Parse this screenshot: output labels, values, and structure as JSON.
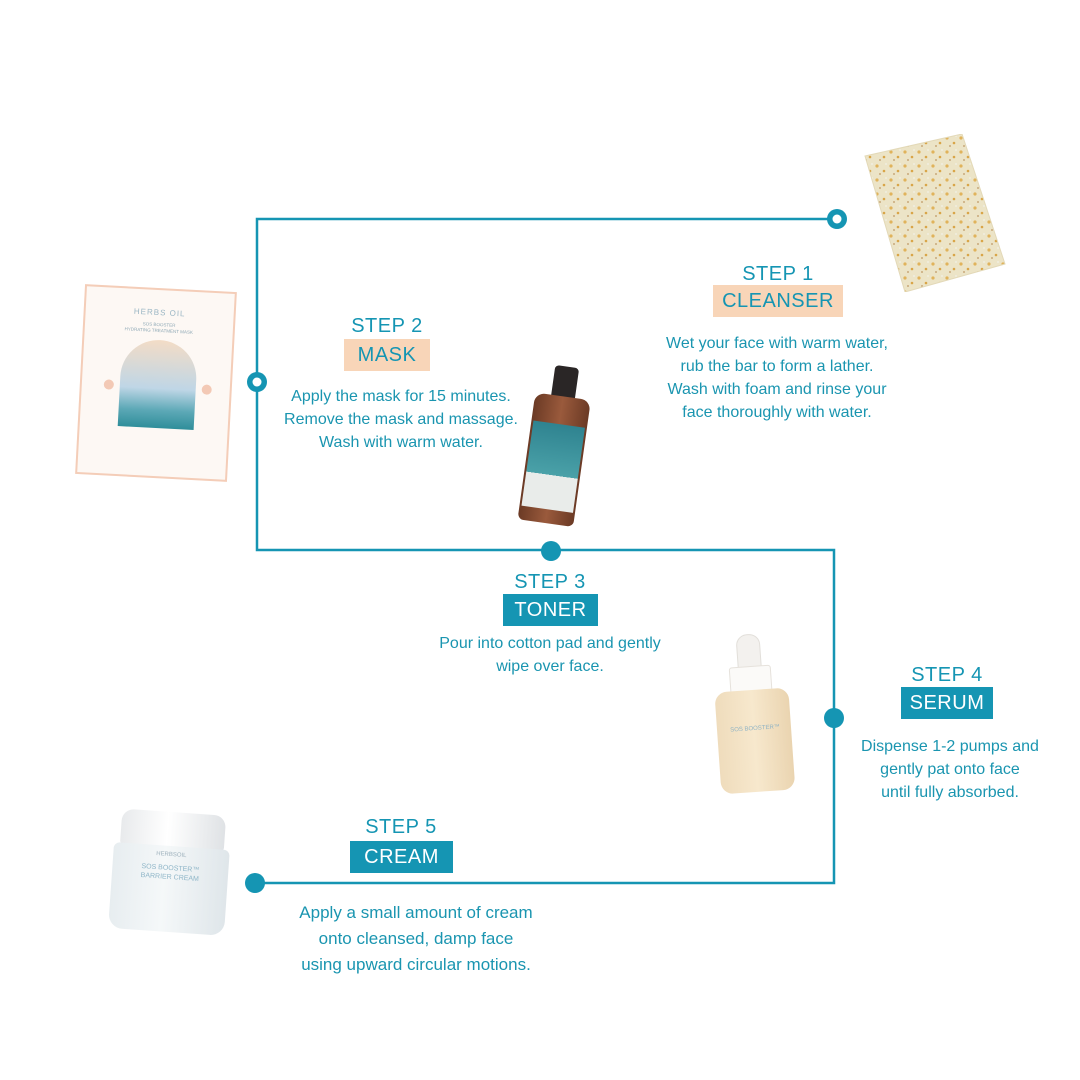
{
  "colors": {
    "accent": "#1595b3",
    "peach": "#f8d5b8",
    "white": "#ffffff"
  },
  "steps": [
    {
      "number": "STEP 1",
      "name": "CLEANSER",
      "description": "Wet your face with warm water,\nrub the bar to form a lather.\nWash with foam and rinse your\nface thoroughly with water.",
      "product_icon": "soap-bar-icon"
    },
    {
      "number": "STEP 2",
      "name": "MASK",
      "description": "Apply the mask for 15 minutes.\nRemove the mask and massage.\nWash with warm water.",
      "product_icon": "sheet-mask-icon"
    },
    {
      "number": "STEP 3",
      "name": "TONER",
      "description": "Pour into cotton pad and gently\nwipe over face.",
      "product_icon": "toner-bottle-icon"
    },
    {
      "number": "STEP 4",
      "name": "SERUM",
      "description": "Dispense 1-2 pumps and\ngently pat onto face\nuntil fully absorbed.",
      "product_icon": "serum-dropper-icon"
    },
    {
      "number": "STEP 5",
      "name": "CREAM",
      "description": "Apply a small amount of cream\nonto cleansed, damp face\nusing upward circular motions.",
      "product_icon": "cream-jar-icon"
    }
  ],
  "product_labels": {
    "mask_brand": "HERBS OIL",
    "mask_title": "SOS BOOSTER\nHYDRATING TREATMENT MASK",
    "serum_label": "SOS BOOSTER™",
    "cream_brand": "HERBSOIL",
    "cream_title": "SOS BOOSTER™\nBARRIER CREAM"
  }
}
